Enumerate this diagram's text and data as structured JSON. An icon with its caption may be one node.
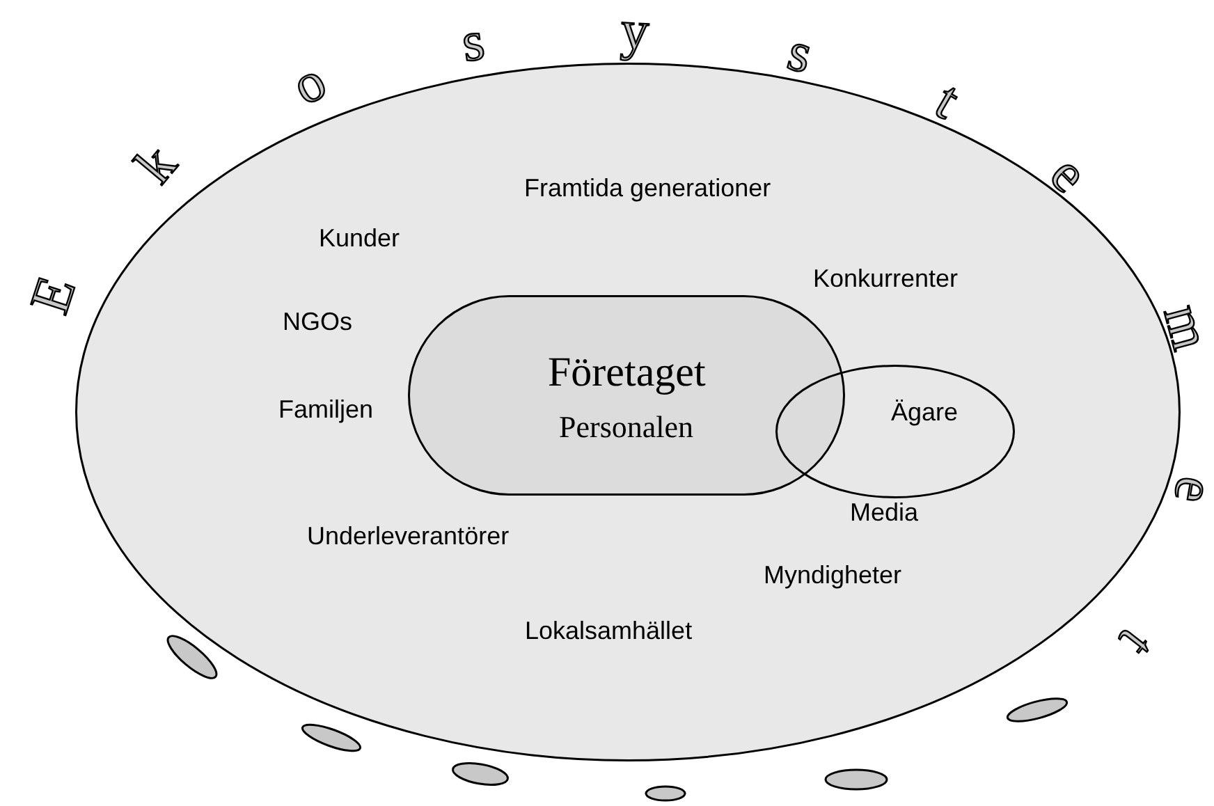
{
  "diagram": {
    "nodes": [
      {
        "text": [],
        "shape": "ellipse"
      },
      {
        "text": [
          "Företaget",
          "Personalen"
        ],
        "in": 0
      },
      {
        "text": [
          "Ägare"
        ],
        "in": 0
      }
    ],
    "labels": [
      "E",
      "k",
      "o",
      "s",
      "y",
      "s",
      "t",
      "e",
      "m",
      "e",
      "t",
      "Framtida generationer",
      "Kunder",
      "Konkurrenter",
      "NGOs",
      "Familjen",
      "Media",
      "Underleverantörer",
      "Myndigheter",
      "Lokalsamhället"
    ]
  }
}
